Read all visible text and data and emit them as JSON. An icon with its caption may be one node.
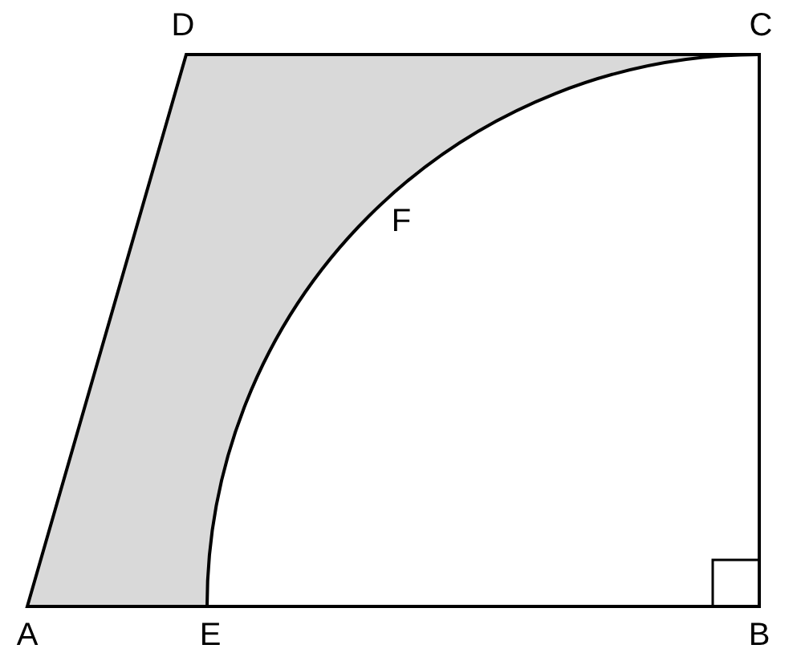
{
  "diagram": {
    "labels": [
      "D",
      "C",
      "F",
      "A",
      "E",
      "B"
    ]
  }
}
